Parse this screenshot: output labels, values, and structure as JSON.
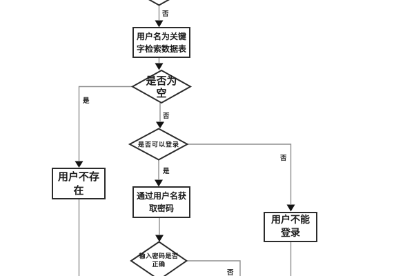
{
  "diagram": {
    "type": "flowchart",
    "background": "#ffffff",
    "colors": {
      "shape_border": "#2b2b2b",
      "connector_line": "#8f8f8f",
      "arrowhead": "#141414",
      "text": "#1c1c1c"
    },
    "nodes": {
      "top_decision_partial": {
        "shape": "decision",
        "note": "cut off at top edge",
        "lines": []
      },
      "search_table": {
        "shape": "process",
        "lines": [
          "用户名为关键",
          "字检索数据表"
        ]
      },
      "is_empty": {
        "shape": "decision",
        "lines": [
          "是否为",
          "空"
        ]
      },
      "user_not_exist": {
        "shape": "process",
        "lines": [
          "用户不存",
          "在"
        ]
      },
      "can_login": {
        "shape": "decision",
        "lines": [
          "是否可以登录"
        ]
      },
      "get_password": {
        "shape": "process",
        "lines": [
          "通过用户名获",
          "取密码"
        ]
      },
      "user_cannot_login": {
        "shape": "process",
        "lines": [
          "用户不能",
          "登录"
        ]
      },
      "password_correct": {
        "shape": "decision",
        "lines": [
          "输入密码是否",
          "正确"
        ]
      }
    },
    "edge_labels": {
      "top_no": "否",
      "empty_yes": "是",
      "empty_no": "否",
      "login_yes": "是",
      "login_no": "否",
      "password_no": "否"
    }
  }
}
